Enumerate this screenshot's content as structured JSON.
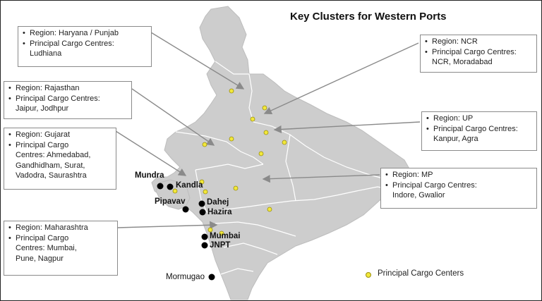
{
  "title": "Key Clusters for Western Ports",
  "callouts": {
    "haryana": {
      "region": "Region: Haryana / Punjab",
      "centres_label": "Principal Cargo Centres:",
      "centres": "Ludhiana"
    },
    "ncr": {
      "region": "Region: NCR",
      "centres_label": "Principal Cargo Centres:",
      "centres": "NCR, Moradabad"
    },
    "rajasthan": {
      "region": "Region: Rajasthan",
      "centres_label": "Principal Cargo Centres:",
      "centres": "Jaipur, Jodhpur"
    },
    "up": {
      "region": "Region: UP",
      "centres_label": "Principal Cargo Centres:",
      "centres": "Kanpur, Agra"
    },
    "gujarat": {
      "region": "Region: Gujarat",
      "centres_label": "Principal Cargo",
      "centres_l1": "Centres: Ahmedabad,",
      "centres_l2": "Gandhidham, Surat,",
      "centres_l3": "Vadodra, Saurashtra"
    },
    "mp": {
      "region": "Region: MP",
      "centres_label": "Principal Cargo Centres:",
      "centres": "Indore, Gwalior"
    },
    "maharashtra": {
      "region": "Region: Maharashtra",
      "centres_label": "Principal Cargo",
      "centres_l1": "Centres: Mumbai,",
      "centres_l2": "Pune, Nagpur"
    }
  },
  "ports": {
    "mundra": "Mundra",
    "kandla": "Kandla",
    "pipavav": "Pipavav",
    "dahej": "Dahej",
    "hazira": "Hazira",
    "mumbai": "Mumbai",
    "jnpt": "JNPT",
    "mormugao": "Mormugao"
  },
  "legend": {
    "label": "Principal Cargo Centers"
  },
  "colors": {
    "land": "#cdcdcd",
    "land_stroke": "#ffffff",
    "cargo_dot": "#f2e83a",
    "port_dot": "#000000",
    "arrow": "#8a8a8a"
  }
}
